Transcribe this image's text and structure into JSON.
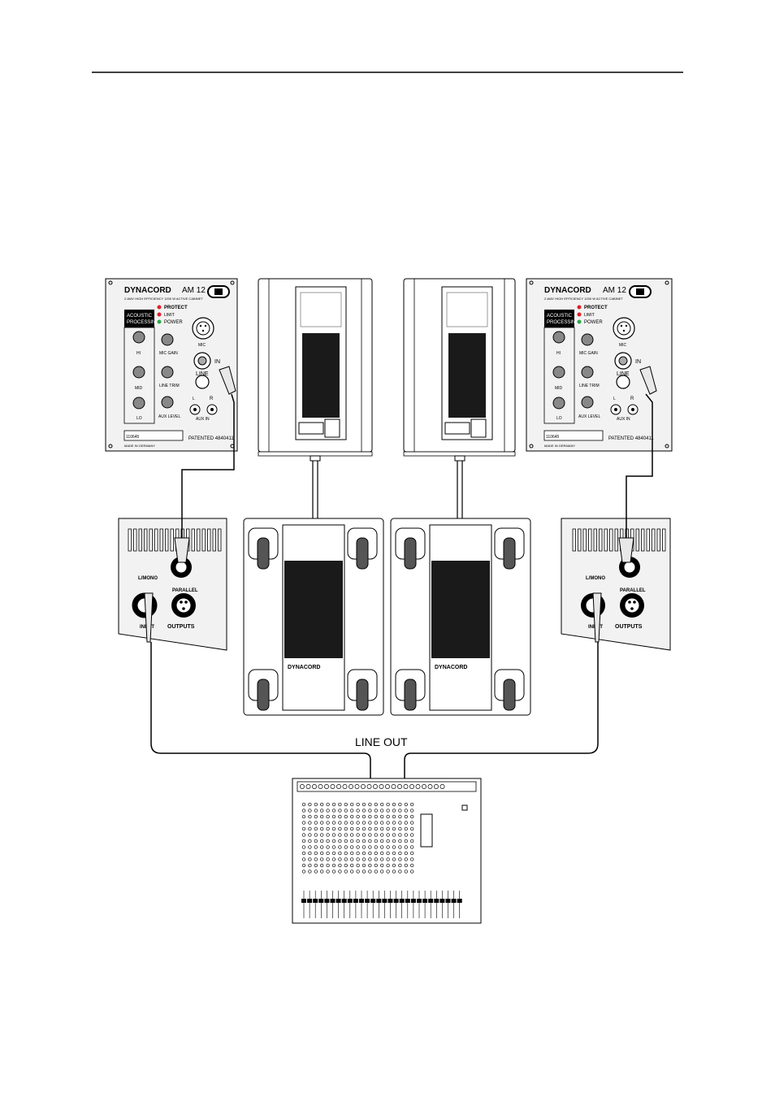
{
  "amp_left": {
    "brand": "DYNACORD",
    "model": "AM 12",
    "tagline": "2-WAY HIGH EFFICIENCY 1200 W ACTIVE CABINET",
    "section_title_1": "ACOUSTIC",
    "section_title_2": "PROCESSING",
    "led_protect": "PROTECT",
    "led_limit": "LIMIT",
    "led_power": "POWER",
    "mic_label": "MIC",
    "in_label": "IN",
    "line_label": "LINE",
    "hi_label": "HI",
    "mid_label": "MID",
    "lo_label": "LO",
    "mic_gain_label": "MIC GAIN",
    "line_trim_label": "LINE TRIM",
    "aux_level_label": "AUX LEVEL",
    "aux_in_label": "AUX IN",
    "l_label": "L",
    "r_label": "R",
    "serial": "110645",
    "patented": "PATENTED 4840411",
    "made_in": "MADE IN GERMANY"
  },
  "amp_right": {
    "brand": "DYNACORD",
    "model": "AM 12",
    "tagline": "2-WAY HIGH EFFICIENCY 1200 W ACTIVE CABINET",
    "section_title_1": "ACOUSTIC",
    "section_title_2": "PROCESSING",
    "led_protect": "PROTECT",
    "led_limit": "LIMIT",
    "led_power": "POWER",
    "mic_label": "MIC",
    "in_label": "IN",
    "line_label": "LINE",
    "hi_label": "HI",
    "mid_label": "MID",
    "lo_label": "LO",
    "mic_gain_label": "MIC GAIN",
    "line_trim_label": "LINE TRIM",
    "aux_level_label": "AUX LEVEL",
    "aux_in_label": "AUX IN",
    "l_label": "L",
    "r_label": "R",
    "serial": "110645",
    "patented": "PATENTED 4840411",
    "made_in": "MADE IN GERMANY"
  },
  "sub_panel_left": {
    "lmono_label": "L/MONO",
    "para_label": "PARALLEL",
    "input_label": "INPUT",
    "outputs_label": "OUTPUTS"
  },
  "sub_panel_right": {
    "lmono_label": "L/MONO",
    "para_label": "PARALLEL",
    "input_label": "INPUT",
    "outputs_label": "OUTPUTS"
  },
  "subwoofers": [
    {
      "brand": "DYNACORD"
    },
    {
      "brand": "DYNACORD"
    }
  ],
  "mixer": {
    "line_out_label": "LINE OUT"
  },
  "colors": {
    "line": "#000000",
    "led_red": "#e0202a",
    "led_green": "#2aa84a",
    "panel_fill": "#f2f2f2",
    "heatsink": "#1a1a1a"
  }
}
